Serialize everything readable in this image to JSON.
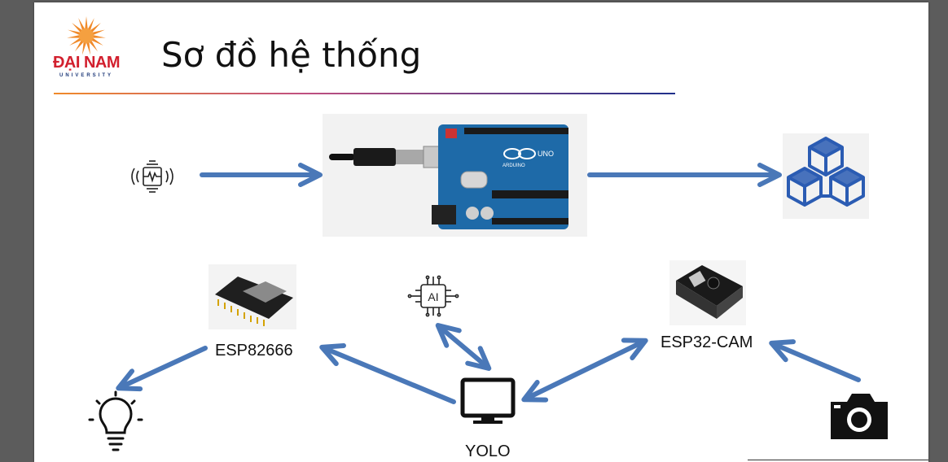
{
  "slide": {
    "title": "Sơ đồ hệ thống",
    "logo": {
      "name": "ĐẠI NAM",
      "subtitle": "UNIVERSITY",
      "brand_color": "#d2202e",
      "accent_color": "#f08a2a"
    }
  },
  "diagram": {
    "nodes": [
      {
        "id": "sensor",
        "icon": "vibration-sensor-icon"
      },
      {
        "id": "arduino",
        "icon": "arduino-uno-board-image",
        "board_marking": [
          "ARDUINO",
          "UNO"
        ]
      },
      {
        "id": "cloud",
        "icon": "blockchain-cubes-icon"
      },
      {
        "id": "esp8266",
        "icon": "nodemcu-board-image",
        "label": "ESP82666"
      },
      {
        "id": "ai",
        "icon": "ai-chip-icon",
        "icon_text": "AI"
      },
      {
        "id": "esp32cam",
        "icon": "esp32-cam-board-image",
        "label": "ESP32-CAM"
      },
      {
        "id": "yolo",
        "icon": "monitor-icon",
        "label": "YOLO"
      },
      {
        "id": "bulb",
        "icon": "light-bulb-icon"
      },
      {
        "id": "camera",
        "icon": "camera-icon"
      }
    ],
    "edges": [
      {
        "from": "sensor",
        "to": "arduino",
        "direction": "forward"
      },
      {
        "from": "arduino",
        "to": "cloud",
        "direction": "forward"
      },
      {
        "from": "yolo",
        "to": "esp8266",
        "direction": "forward"
      },
      {
        "from": "esp8266",
        "to": "bulb",
        "direction": "forward"
      },
      {
        "from": "ai",
        "to": "yolo",
        "direction": "both"
      },
      {
        "from": "yolo",
        "to": "esp32cam",
        "direction": "both"
      },
      {
        "from": "camera",
        "to": "esp32cam",
        "direction": "forward"
      }
    ],
    "colors": {
      "arrow": "#4a78b8",
      "board": "#1e6aa8",
      "cube": "#2b5cb3"
    }
  }
}
